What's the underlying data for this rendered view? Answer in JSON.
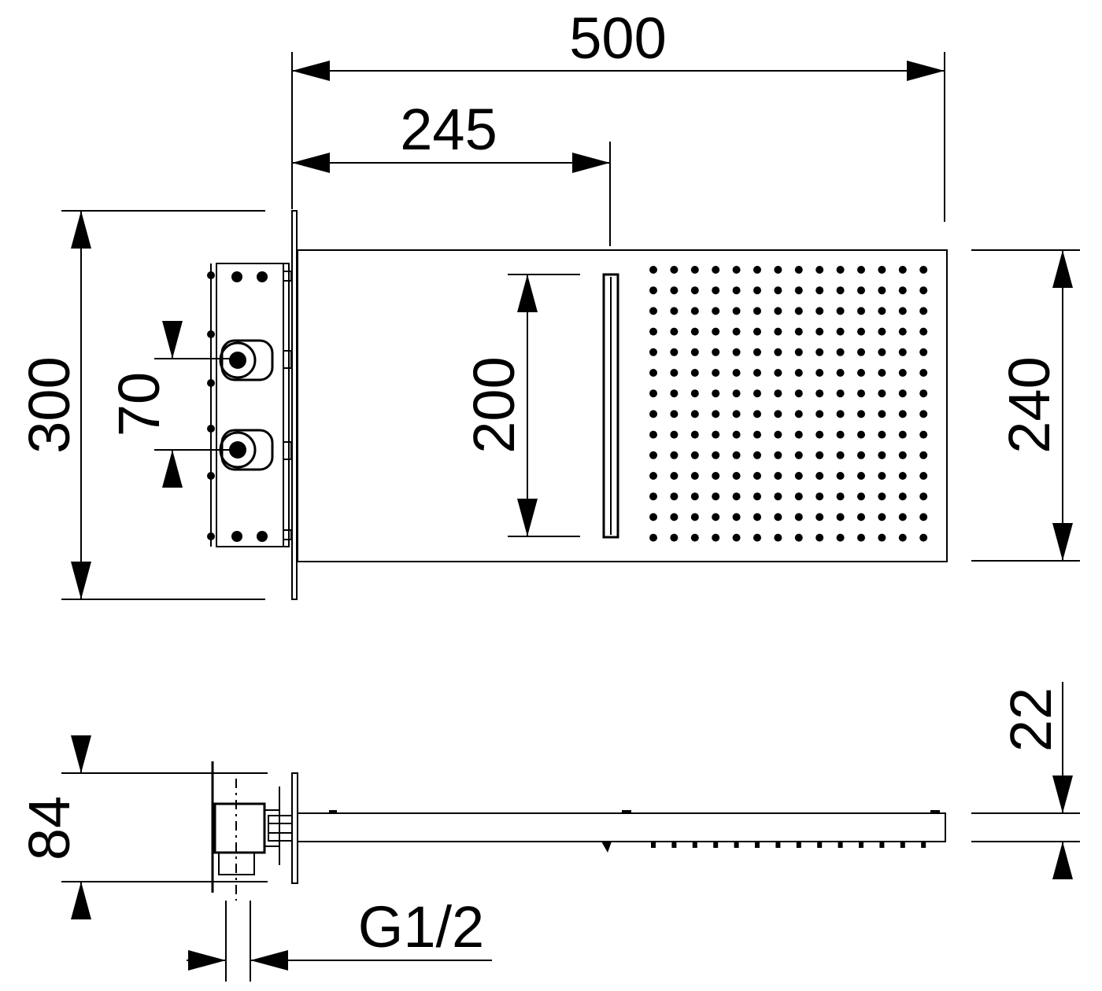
{
  "drawing": {
    "line_color": "#000000",
    "background": "#ffffff",
    "dimensions": {
      "overall_width": "500",
      "outlet_offset": "245",
      "plate_height": "300",
      "valve_spacing": "70",
      "waterfall_height": "200",
      "head_height": "240",
      "head_thickness": "22",
      "box_depth": "84",
      "connection_thread": "G1/2"
    },
    "icons": [
      "dimension-arrow",
      "valve-knob",
      "spray-nozzle"
    ]
  }
}
